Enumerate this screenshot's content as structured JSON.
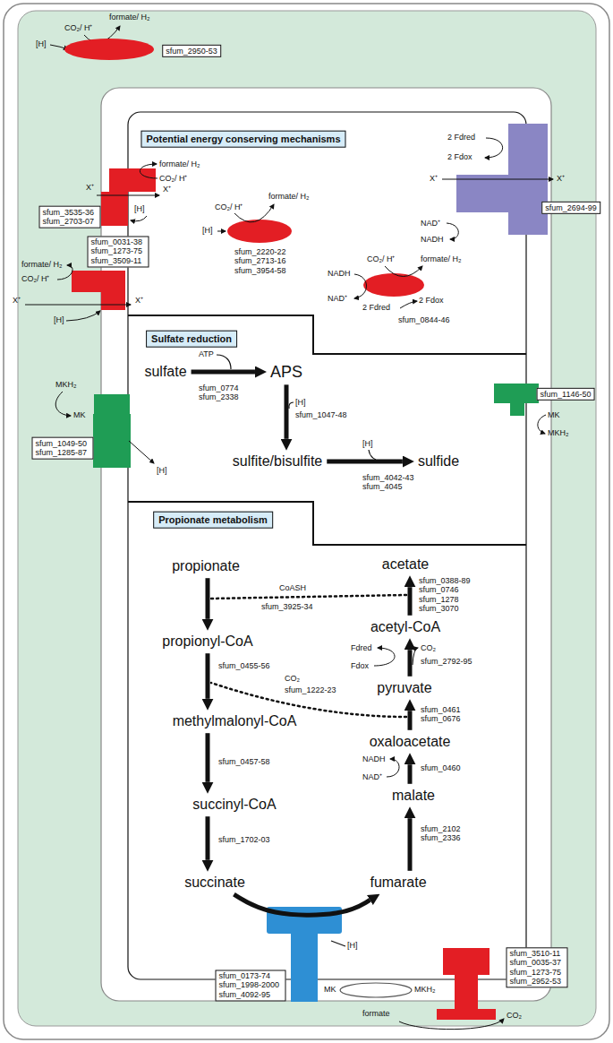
{
  "diagram": {
    "nodes": [
      {
        "text": [
          "Potential energy conserving mechanisms"
        ]
      },
      {
        "text": [
          "Sulfate reduction"
        ]
      },
      {
        "text": [
          "Propionate metabolism"
        ]
      },
      {
        "text": [
          "sfum_2950-53"
        ]
      },
      {
        "text": [
          "sfum_3535-36 sfum_2703-07"
        ]
      },
      {
        "text": [
          "sfum_0031-38 sfum_1273-75 sfum_3509-11"
        ]
      },
      {
        "text": [
          "sfum_2694-99"
        ]
      },
      {
        "text": [
          "sfum_1049-50 sfum_1285-87"
        ]
      },
      {
        "text": [
          "sfum_1146-50"
        ]
      },
      {
        "text": [
          "sulfate"
        ]
      },
      {
        "text": [
          "APS"
        ]
      },
      {
        "text": [
          "sulfite/bisulfite"
        ]
      },
      {
        "text": [
          "sulfide"
        ]
      },
      {
        "text": [
          "propionate"
        ]
      },
      {
        "text": [
          "propionyl-CoA"
        ]
      },
      {
        "text": [
          "methylmalonyl-CoA"
        ]
      },
      {
        "text": [
          "succinyl-CoA"
        ]
      },
      {
        "text": [
          "succinate"
        ]
      },
      {
        "text": [
          "fumarate"
        ]
      },
      {
        "text": [
          "malate"
        ]
      },
      {
        "text": [
          "oxaloacetate"
        ]
      },
      {
        "text": [
          "pyruvate"
        ]
      },
      {
        "text": [
          "acetyl-CoA"
        ]
      },
      {
        "text": [
          "acetate"
        ]
      },
      {
        "text": [
          "sfum_0173-74 sfum_1998-2000 sfum_4092-95"
        ]
      },
      {
        "text": [
          "sfum_3510-11 sfum_0035-37 sfum_1273-75 sfum_2952-53"
        ]
      }
    ],
    "edges": [
      {
        "from": 9,
        "to": 10,
        "arrow": "to"
      },
      {
        "from": 10,
        "to": 11,
        "arrow": "to"
      },
      {
        "from": 11,
        "to": 12,
        "arrow": "to"
      },
      {
        "from": 13,
        "to": 14,
        "arrow": "to"
      },
      {
        "from": 14,
        "to": 15,
        "arrow": "to"
      },
      {
        "from": 15,
        "to": 16,
        "arrow": "to"
      },
      {
        "from": 16,
        "to": 17,
        "arrow": "to"
      },
      {
        "from": 17,
        "to": 18,
        "arrow": "to"
      },
      {
        "from": 18,
        "to": 19,
        "arrow": "to"
      },
      {
        "from": 19,
        "to": 20,
        "arrow": "to"
      },
      {
        "from": 20,
        "to": 21,
        "arrow": "to"
      },
      {
        "from": 21,
        "to": 22,
        "arrow": "to"
      },
      {
        "from": 22,
        "to": 23,
        "arrow": "to"
      }
    ],
    "labels": [
      "formate/ H₂",
      "CO₂/ H⁺",
      "[H]",
      "formate/ H₂",
      "CO₂/ H⁺",
      "X⁺",
      "X⁺",
      "[H]",
      "formate/ H₂",
      "CO₂/ H⁺",
      "X⁺",
      "X⁺",
      "[H]",
      "CO₂/ H⁺",
      "formate/ H₂",
      "[H]",
      "sfum_2220-22 sfum_2713-16 sfum_3954-58",
      "2 Fdred",
      "2 Fdox",
      "X⁺",
      "X⁺",
      "NAD⁺",
      "NADH",
      "CO₂/ H⁺",
      "formate/ H₂",
      "NADH",
      "NAD⁺",
      "2 Fdred",
      "2 Fdox",
      "sfum_0844-46",
      "ATP",
      "sfum_0774 sfum_2338",
      "[H]",
      "sfum_1047-48",
      "[H]",
      "sfum_4042-43 sfum_4045",
      "MKH₂",
      "MK",
      "[H]",
      "MK",
      "MKH₂",
      "CoASH",
      "sfum_3925-34",
      "sfum_0455-56",
      "CO₂",
      "sfum_1222-23",
      "sfum_0457-58",
      "sfum_1702-03",
      "sfum_0388-89 sfum_0746 sfum_1278 sfum_3070",
      "Fdred",
      "Fdox",
      "CO₂",
      "sfum_2792-95",
      "sfum_0461 sfum_0676",
      "NADH",
      "NAD⁺",
      "sfum_0460",
      "sfum_2102 sfum_2336",
      "[H]",
      "MK",
      "MKH₂",
      "formate",
      "CO₂"
    ]
  }
}
